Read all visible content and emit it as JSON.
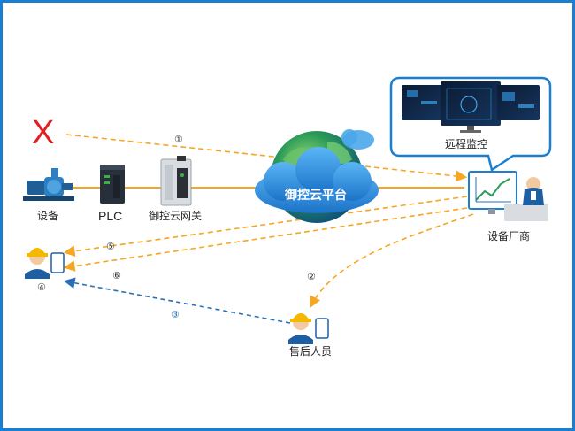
{
  "diagram": {
    "failed_marker": "X",
    "devices": [
      {
        "id": "pump",
        "label": "设备",
        "icon": "pump-icon"
      },
      {
        "id": "plc",
        "label": "PLC",
        "icon": "plc-icon"
      },
      {
        "id": "gateway",
        "label": "御控云网关",
        "icon": "gateway-icon"
      }
    ],
    "cloud": {
      "label": "御控云平台",
      "icon": "globe-cloud-icon"
    },
    "monitor": {
      "label": "远程监控",
      "icon": "monitor-screens-icon"
    },
    "vendor": {
      "label": "设备厂商",
      "icon": "vendor-workstation-icon"
    },
    "technician": {
      "label": "",
      "icon": "engineer-phone-icon"
    },
    "after_sales": {
      "label": "售后人员",
      "icon": "engineer-phone-icon"
    },
    "steps": {
      "s1": "①",
      "s2": "②",
      "s3": "③",
      "s4": "④",
      "s5": "⑤",
      "s6": "⑥"
    },
    "colors": {
      "frame": "#1a7fd0",
      "orange_flow": "#f5a623",
      "blue_flow": "#2a6fb8",
      "cloud_blue": "#2d8fe0",
      "x_red": "#e02020"
    }
  }
}
